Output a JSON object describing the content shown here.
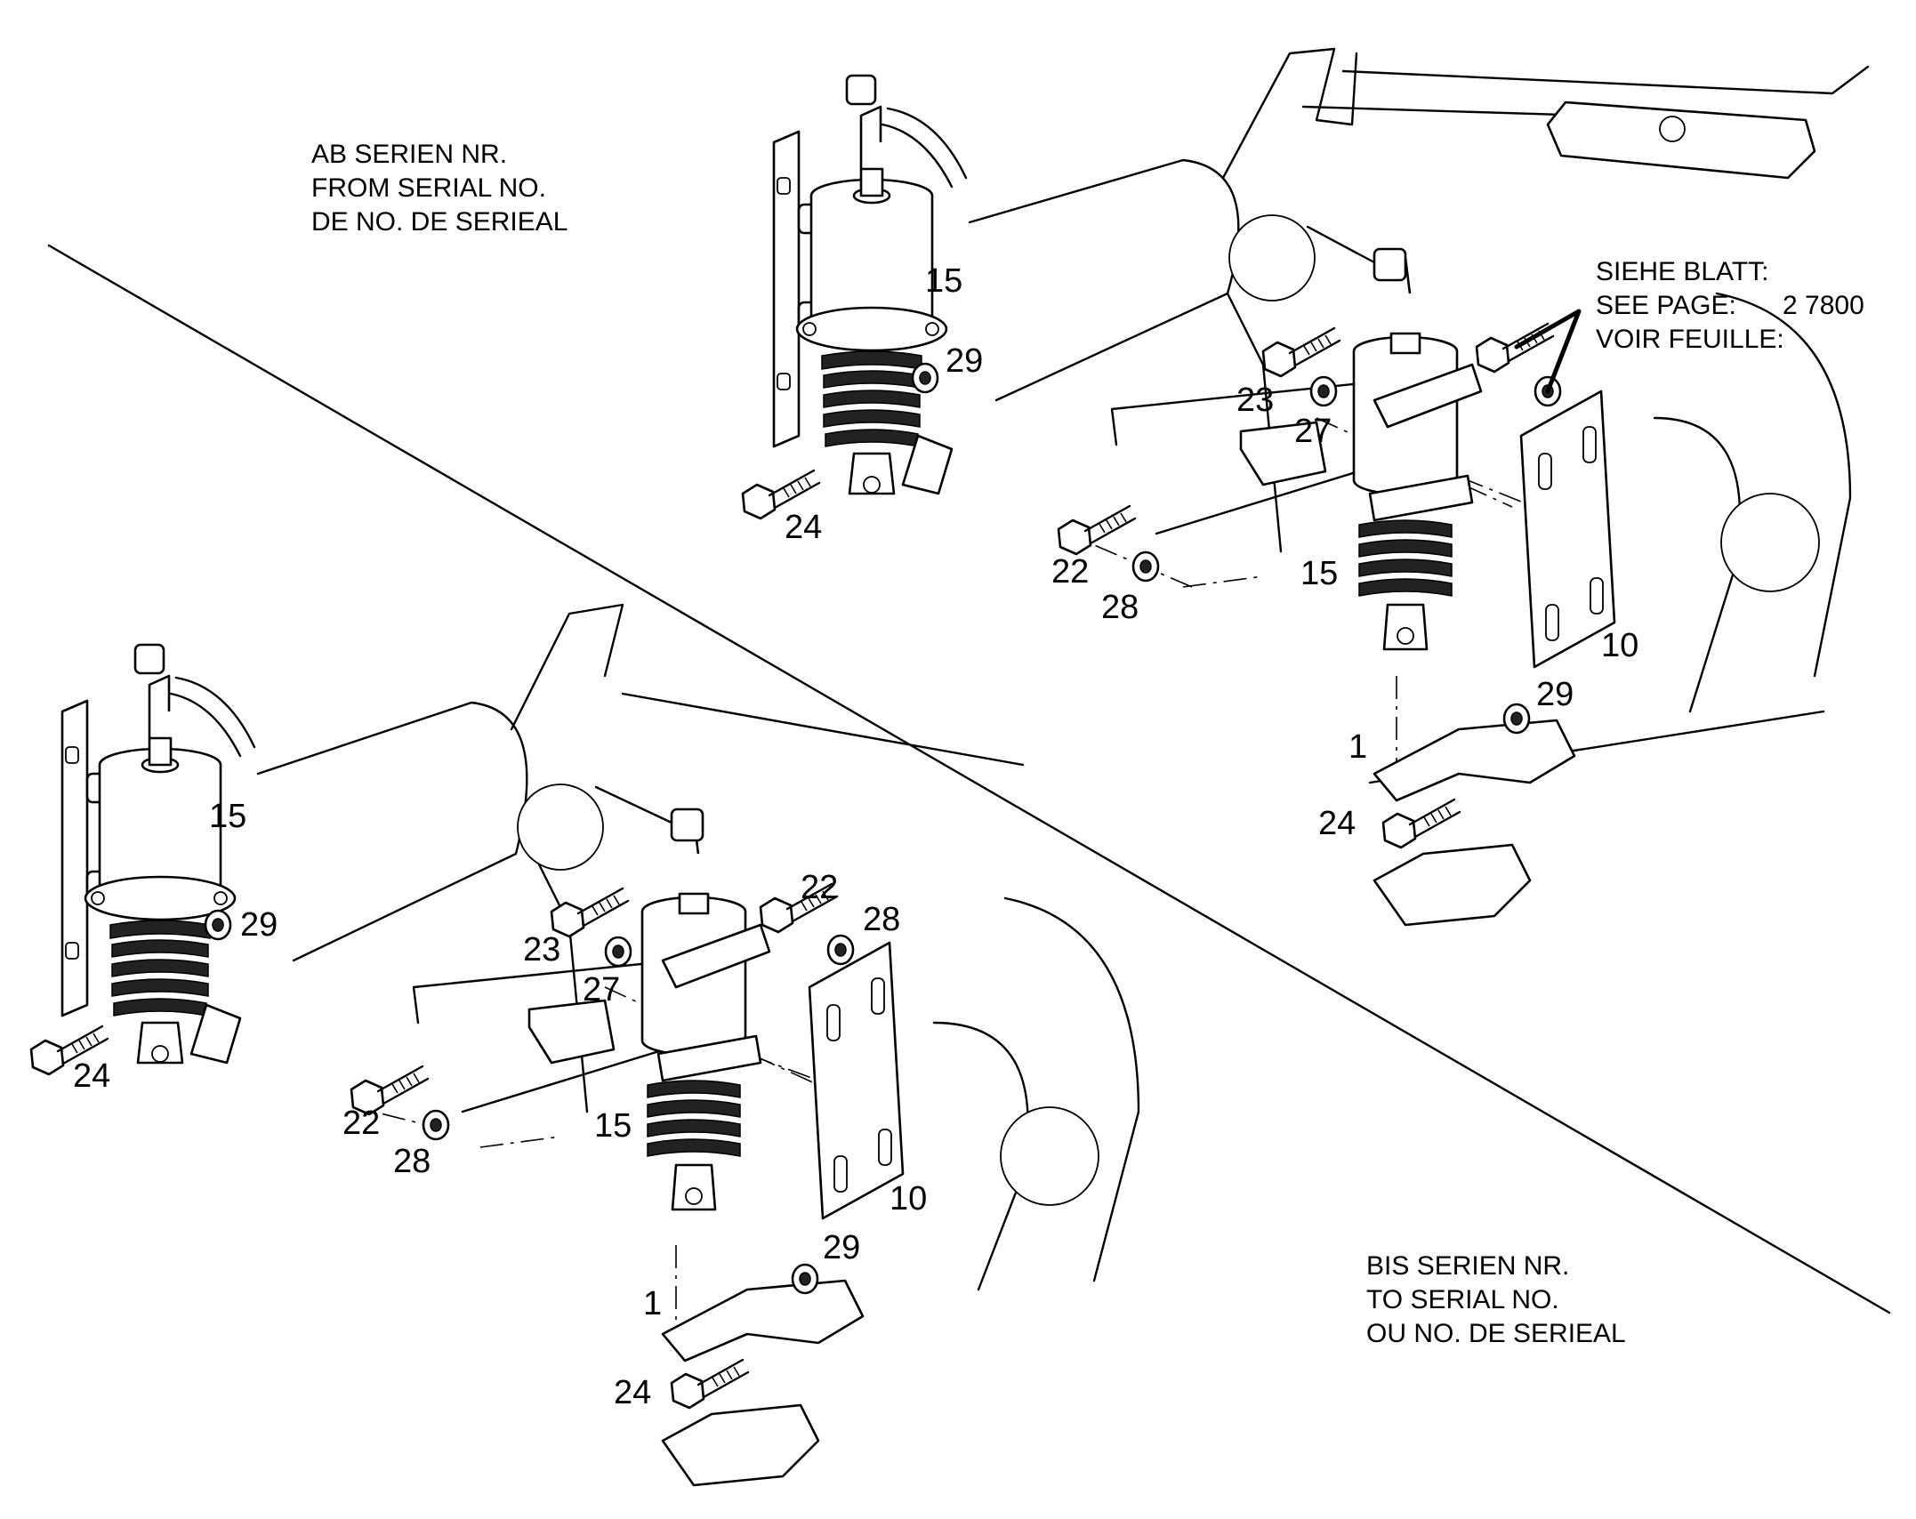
{
  "notes": {
    "from_serial": [
      "AB SERIEN NR.",
      "FROM SERIAL NO.",
      "DE NO. DE SERIEAL"
    ],
    "to_serial": [
      "BIS SERIEN NR.",
      "TO SERIAL NO.",
      "OU NO. DE SERIEAL"
    ],
    "see_page": {
      "lines": [
        "SIEHE BLATT:",
        "SEE PAGE:",
        "VOIR FEUILLE:"
      ],
      "page": "2 7800"
    }
  },
  "callouts": {
    "top_detail": {
      "c15": "15",
      "c29": "29",
      "c24": "24"
    },
    "top_assembly": {
      "c23": "23",
      "c27": "27",
      "c22": "22",
      "c28": "28",
      "c15": "15",
      "c10": "10",
      "c29": "29",
      "c1": "1",
      "c24": "24"
    },
    "bottom_detail": {
      "c15": "15",
      "c29": "29",
      "c24": "24"
    },
    "bottom_assembly": {
      "c23": "23",
      "c27": "27",
      "c22": "22",
      "c28": "28",
      "c15": "15",
      "c10": "10",
      "c29": "29",
      "c1": "1",
      "c24": "24"
    }
  }
}
